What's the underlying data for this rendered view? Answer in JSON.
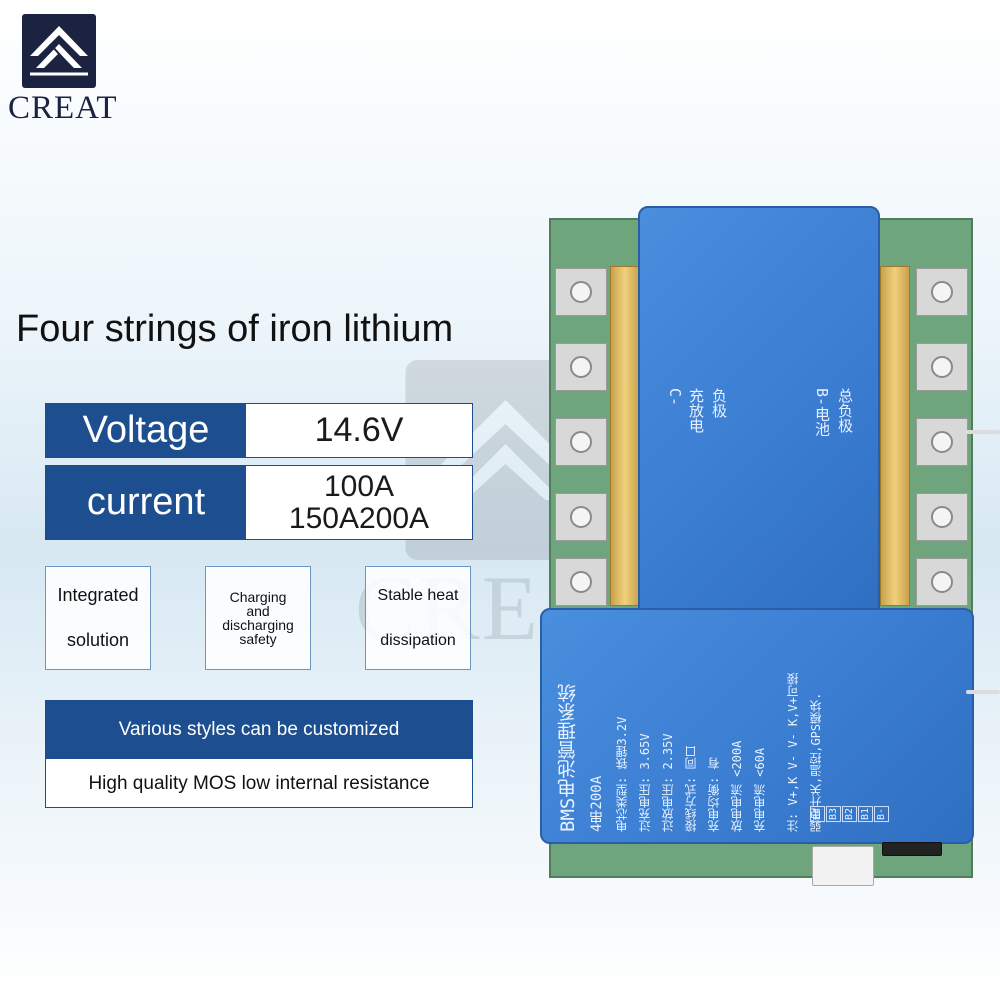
{
  "brand": {
    "name": "CREAT",
    "logo_icon": "creat-logo-icon"
  },
  "headline": "Four strings of iron lithium",
  "specs": {
    "voltage": {
      "label": "Voltage",
      "value": "14.6V"
    },
    "current": {
      "label": "current",
      "value_line1": "100A",
      "value_line2": "150A200A"
    }
  },
  "features": [
    {
      "line1": "Integrated",
      "line2": "solution"
    },
    {
      "line1": "Charging",
      "line2": "and",
      "line3": "discharging",
      "line4": "safety"
    },
    {
      "line1": "Stable heat",
      "line2": "dissipation"
    }
  ],
  "custom": {
    "title": "Various styles can be customized",
    "subtitle": "High quality MOS low internal resistance"
  },
  "watermark": {
    "text": "CREAT"
  },
  "board": {
    "plate_c_line1": "C-",
    "plate_c_line2": "充放电",
    "plate_c_line3": "负极",
    "plate_b_line1": "B-电池",
    "plate_b_line2": "总负极",
    "main_title": "BMS电池管理系统",
    "model": "4串200A",
    "spec_lines": [
      "电芯类型: 铁锂3.2V",
      "过充电压: 3.65V",
      "过放电压: 2.35V",
      "接线方式: 同口",
      "充电均衡: 有",
      "放电电流 <200A",
      "充电电流 <60A"
    ],
    "note_line1": "注: V+,K V- V- K,V+可接",
    "note_line2": "弱电开关,温控,GPS模块.",
    "pin_labels": [
      "B4",
      "B3",
      "B2",
      "B1",
      "B-"
    ]
  },
  "colors": {
    "spec_blue": "#1d4f90",
    "plate_blue": "#3c7fd3",
    "pcb_green": "#6fa57d",
    "brand_navy": "#1b2341"
  }
}
